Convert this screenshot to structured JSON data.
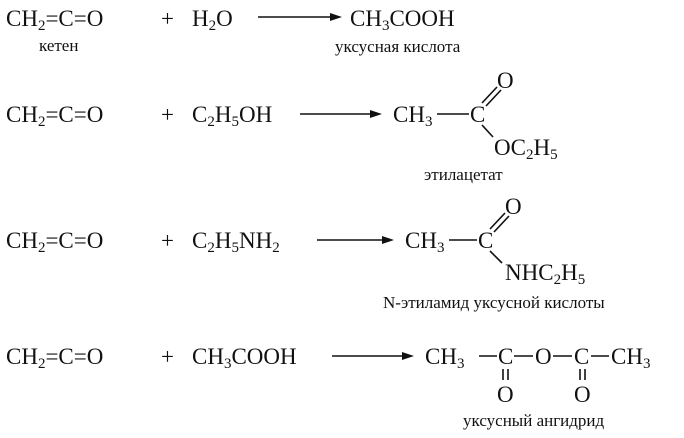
{
  "reactions": [
    {
      "reactant1": {
        "a": "CH",
        "a_sub": "2",
        "b": "=C=O"
      },
      "reactant1_label": "кетен",
      "plus": "+",
      "reactant2": {
        "a": "H",
        "a_sub": "2",
        "b": "O"
      },
      "product": {
        "a": "CH",
        "a_sub": "3",
        "b": "COOH"
      },
      "product_label": "уксусная кислота"
    },
    {
      "reactant1": {
        "a": "CH",
        "a_sub": "2",
        "b": "=C=O"
      },
      "plus": "+",
      "reactant2": {
        "a": "C",
        "a_sub": "2",
        "b": "H",
        "b_sub": "5",
        "c": "OH"
      },
      "product": {
        "left": {
          "a": "CH",
          "a_sub": "3"
        },
        "center": "C",
        "top": "O",
        "bottom": {
          "a": "OC",
          "a_sub": "2",
          "b": "H",
          "b_sub": "5"
        }
      },
      "product_label": "этилацетат"
    },
    {
      "reactant1": {
        "a": "CH",
        "a_sub": "2",
        "b": "=C=O"
      },
      "plus": "+",
      "reactant2": {
        "a": "C",
        "a_sub": "2",
        "b": "H",
        "b_sub": "5",
        "c": "NH",
        "c_sub": "2"
      },
      "product": {
        "left": {
          "a": "CH",
          "a_sub": "3"
        },
        "center": "C",
        "top": "O",
        "bottom": {
          "a": "NHC",
          "a_sub": "2",
          "b": "H",
          "b_sub": "5"
        }
      },
      "product_label": "N-этиламид уксусной кислоты"
    },
    {
      "reactant1": {
        "a": "CH",
        "a_sub": "2",
        "b": "=C=O"
      },
      "plus": "+",
      "reactant2": {
        "a": "CH",
        "a_sub": "3",
        "b": "COOH"
      },
      "product": {
        "left": {
          "a": "CH",
          "a_sub": "3"
        },
        "c1": "C",
        "o_bridge": "O",
        "c2": "C",
        "right": {
          "a": "CH",
          "a_sub": "3"
        },
        "o1": "O",
        "o2": "O"
      },
      "product_label": "уксусный ангидрид"
    }
  ]
}
